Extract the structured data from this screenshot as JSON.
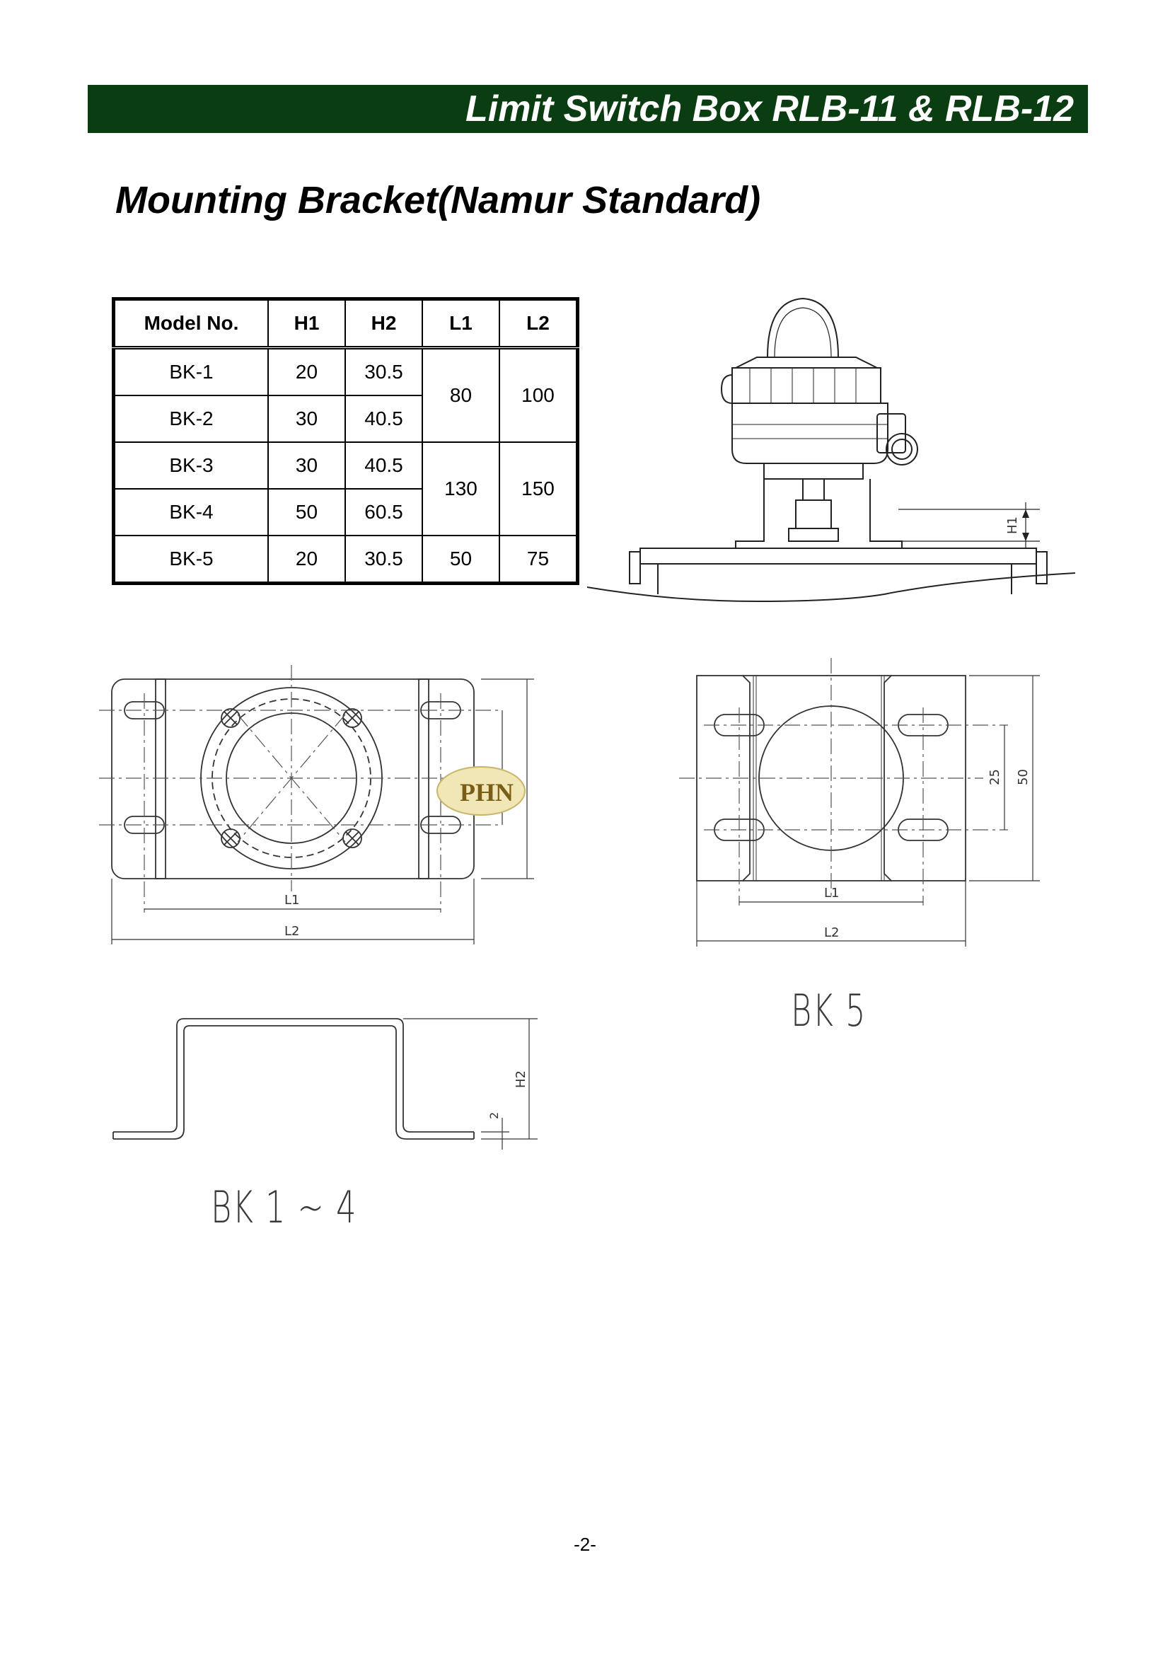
{
  "header": {
    "title": "Limit Switch Box RLB-11 & RLB-12"
  },
  "section": {
    "title": "Mounting Bracket(Namur Standard)"
  },
  "table": {
    "headers": [
      "Model No.",
      "H1",
      "H2",
      "L1",
      "L2"
    ],
    "rows": [
      {
        "model": "BK-1",
        "h1": "20",
        "h2": "30.5"
      },
      {
        "model": "BK-2",
        "h1": "30",
        "h2": "40.5"
      },
      {
        "model": "BK-3",
        "h1": "30",
        "h2": "40.5"
      },
      {
        "model": "BK-4",
        "h1": "50",
        "h2": "60.5"
      },
      {
        "model": "BK-5",
        "h1": "20",
        "h2": "30.5",
        "l1": "50",
        "l2": "75"
      }
    ],
    "merged": {
      "bk12_l1": "80",
      "bk12_l2": "100",
      "bk34_l1": "130",
      "bk34_l2": "150"
    }
  },
  "drawings": {
    "dim_h1": "H1",
    "dim_h2": "H2",
    "dim_l1": "L1",
    "dim_l2": "L2",
    "dim_2": "2",
    "dim_25": "25",
    "dim_50": "50",
    "label_bk14": "BK 1 ~ 4",
    "label_bk5": "BK 5",
    "watermark": "PHN"
  },
  "footer": {
    "page_number": "-2-"
  },
  "colors": {
    "header_bg": "#0b3d12",
    "header_text": "#ffffff"
  }
}
